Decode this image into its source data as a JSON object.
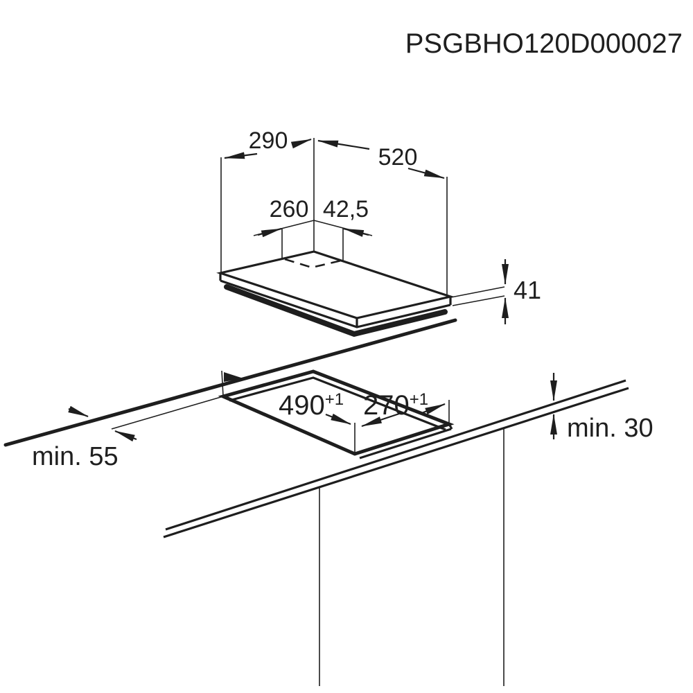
{
  "title": {
    "code": "PSGBHO120D000027"
  },
  "colors": {
    "line": "#1e1e1e",
    "background": "#ffffff"
  },
  "hob": {
    "dims": {
      "width_top": "290",
      "depth_top": "520",
      "control_left": "260",
      "control_right": "42,5",
      "height_below": "41"
    }
  },
  "worktop": {
    "cutout": {
      "length": "490",
      "length_tolerance": "+1",
      "width": "270",
      "width_tolerance": "+1"
    },
    "clearances": {
      "front_min": "min. 55",
      "thickness_min": "min. 30"
    }
  }
}
